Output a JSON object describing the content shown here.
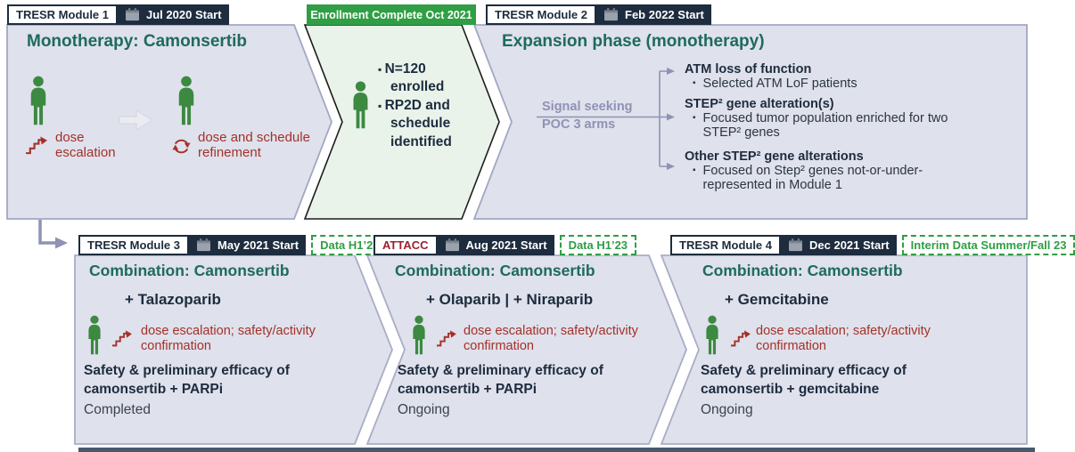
{
  "colors": {
    "navy": "#1d2c3e",
    "teal": "#1e6a5f",
    "red": "#a43128",
    "green": "#2f9e44",
    "person_green": "#3c8940",
    "box_fill": "#dfe1ec",
    "box_border": "#a3a7c2",
    "chevron_fill": "#e9f3ea",
    "connector": "#8f92b4"
  },
  "module1": {
    "tag": "TRESR Module 1",
    "start_date": "Jul 2020 Start",
    "title": "Monotherapy: Camonsertib",
    "phase1_label": "dose escalation",
    "phase2_label": "dose and schedule refinement"
  },
  "enrollment": {
    "banner": "Enrollment Complete Oct 2021",
    "bullets": [
      "N=120 enrolled",
      "RP2D and schedule identified"
    ]
  },
  "module2": {
    "tag": "TRESR Module 2",
    "start_date": "Feb 2022 Start",
    "title": "Expansion phase (monotherapy)",
    "signal_label_line1": "Signal seeking",
    "signal_label_line2": "POC 3 arms",
    "arms": [
      {
        "heading": "ATM loss of function",
        "bullet": "Selected ATM LoF patients"
      },
      {
        "heading": "STEP² gene alteration(s)",
        "bullet": "Focused tumor population enriched for two STEP² genes"
      },
      {
        "heading": "Other STEP² gene alterations",
        "bullet": "Focused on Step² genes not-or-under-represented in Module 1"
      }
    ]
  },
  "combos": [
    {
      "tag": "TRESR Module 3",
      "start_date": "May 2021 Start",
      "data_badge": "Data H1’23",
      "title": "Combination: Camonsertib",
      "drug_line": "+ Talazoparib",
      "escalation_label": "dose escalation; safety/activity confirmation",
      "summary": "Safety & preliminary efficacy of camonsertib + PARPi",
      "status": "Completed"
    },
    {
      "tag": "ATTACC",
      "start_date": "Aug 2021 Start",
      "data_badge": "Data H1’23",
      "title": "Combination: Camonsertib",
      "drug_line": "+ Olaparib | + Niraparib",
      "escalation_label": "dose escalation; safety/activity confirmation",
      "summary": "Safety & preliminary efficacy of camonsertib + PARPi",
      "status": "Ongoing"
    },
    {
      "tag": "TRESR Module 4",
      "start_date": "Dec 2021 Start",
      "data_badge": "Interim Data Summer/Fall 23",
      "title": "Combination: Camonsertib",
      "drug_line": "+ Gemcitabine",
      "escalation_label": "dose escalation; safety/activity confirmation",
      "summary": "Safety & preliminary efficacy of camonsertib + gemcitabine",
      "status": "Ongoing"
    }
  ]
}
